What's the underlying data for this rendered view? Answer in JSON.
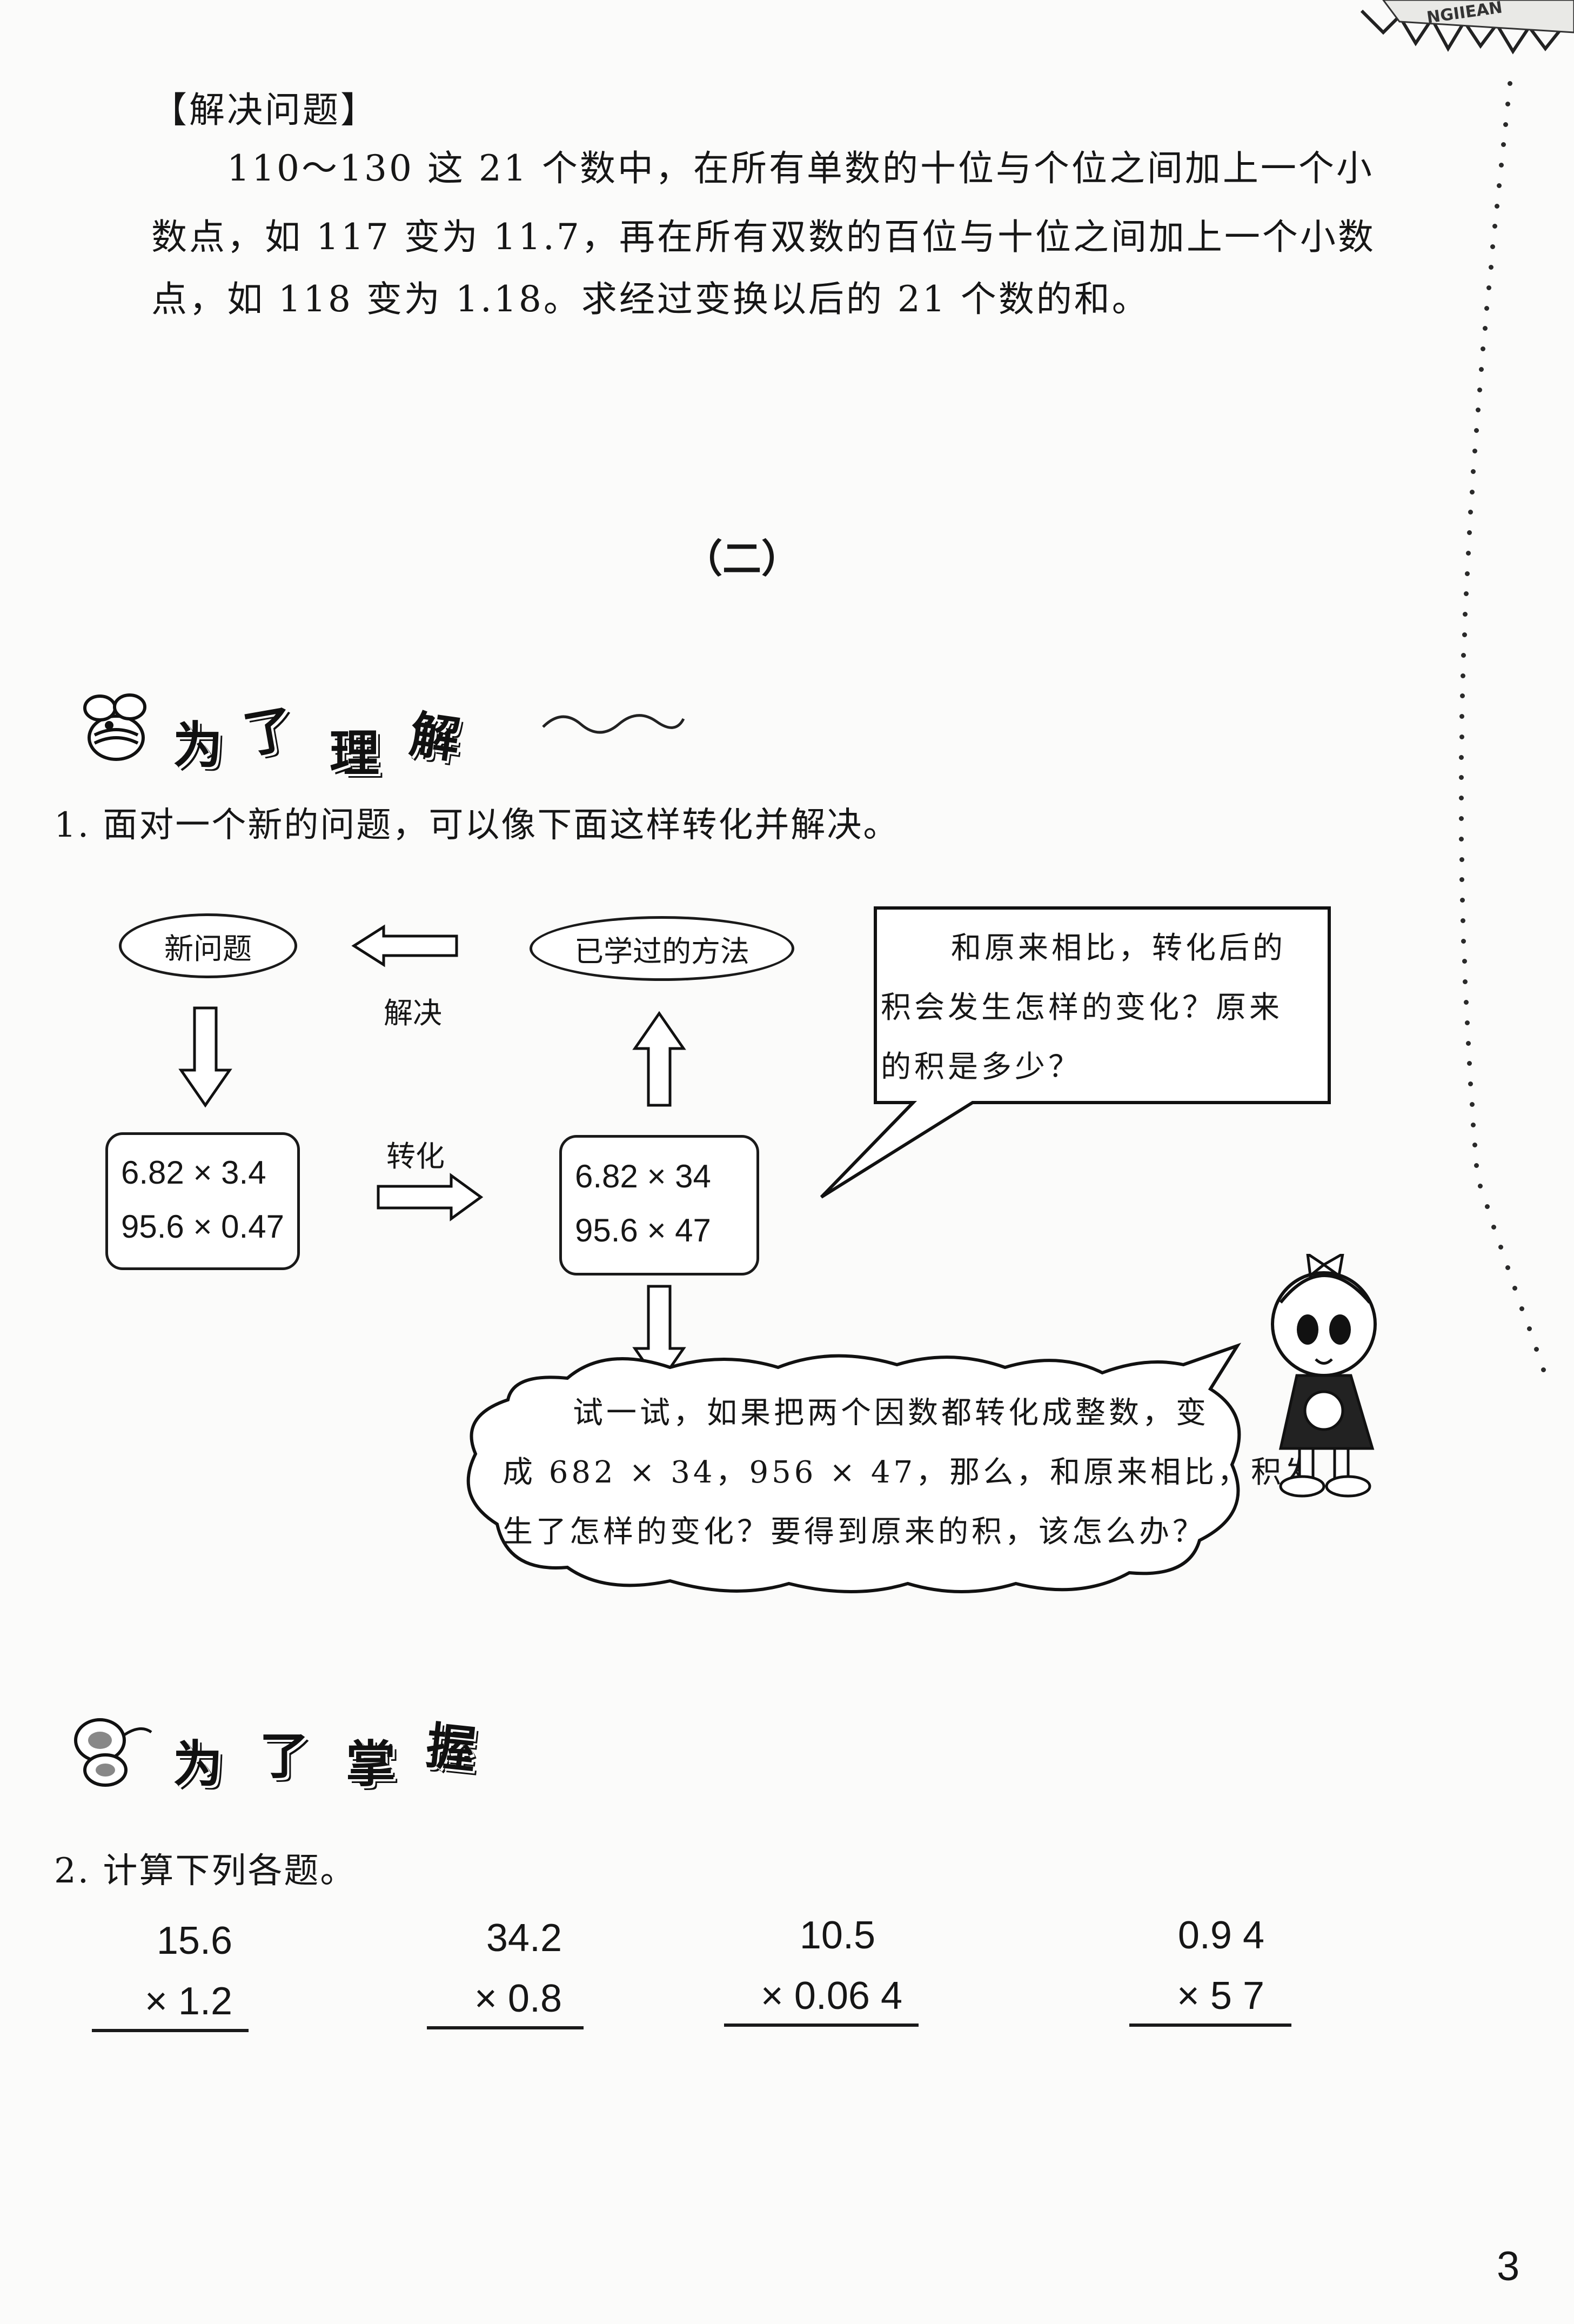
{
  "corner_mark": "NGIIEAN",
  "problem_section": {
    "title": "【解决问题】",
    "lines": [
      "110～130 这 21 个数中，在所有单数的十位与个位之间加上一个小",
      "数点，如 117 变为 11.7，再在所有双数的百位与十位之间加上一个小数",
      "点，如 118 变为 1.18。求经过变换以后的 21 个数的和。"
    ]
  },
  "part_label": "（二）",
  "section_understand": {
    "heading_chars": [
      "为",
      "了",
      "理",
      "解"
    ],
    "q1": "1. 面对一个新的问题，可以像下面这样转化并解决。"
  },
  "flowchart": {
    "new_problem": "新问题",
    "learned_method": "已学过的方法",
    "solve_label": "解决",
    "transform_label": "转化",
    "left_box": [
      "6.82 × 3.4",
      "95.6 × 0.47"
    ],
    "right_box": [
      "6.82 × 34",
      "95.6 × 47"
    ],
    "speech_lines": [
      "和原来相比，转化后的",
      "积会发生怎样的变化？原来",
      "的积是多少？"
    ],
    "cloud_lines": [
      "试一试，如果把两个因数都转化成整数，变",
      "成 682 × 34，956 × 47，那么，和原来相比，积发",
      "生了怎样的变化？要得到原来的积，该怎么办？"
    ]
  },
  "section_master": {
    "heading_chars": [
      "为",
      "了",
      "掌",
      "握"
    ],
    "q2": "2. 计算下列各题。",
    "problems": [
      {
        "top": "15.6",
        "bottom": "× 1.2"
      },
      {
        "top": "34.2",
        "bottom": "× 0.8"
      },
      {
        "top": "10.5",
        "bottom": "× 0.06 4"
      },
      {
        "top": "0.9 4",
        "bottom": "× 5 7"
      }
    ]
  },
  "page_number": "3"
}
